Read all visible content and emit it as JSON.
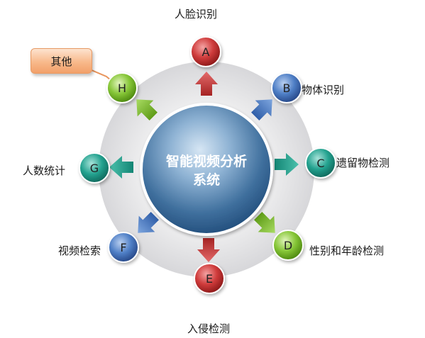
{
  "center": {
    "line1": "智能视频分析",
    "line2": "系统"
  },
  "nodes": [
    {
      "letter": "A",
      "label": "人脸识别"
    },
    {
      "letter": "B",
      "label": "物体识别"
    },
    {
      "letter": "C",
      "label": "遗留物检测"
    },
    {
      "letter": "D",
      "label": "性别和年龄检测"
    },
    {
      "letter": "E",
      "label": "入侵检测"
    },
    {
      "letter": "F",
      "label": "视频检索"
    },
    {
      "letter": "G",
      "label": "人数统计"
    },
    {
      "letter": "H",
      "label": "其他"
    }
  ],
  "colors": {
    "red": "#c62828",
    "blue": "#3f6fb8",
    "teal": "#1b9a8a",
    "green": "#7cc02a",
    "ring": "#dcdcde",
    "center": "#3c6f9e"
  }
}
